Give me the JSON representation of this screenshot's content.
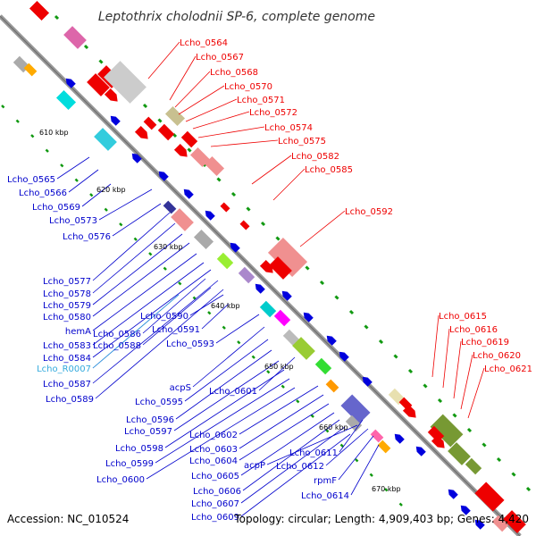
{
  "title": "Leptothrix cholodnii SP-6, complete genome",
  "footer": {
    "accession": "Accession: NC_010524",
    "topology": "Topology: circular; Length: 4,909,403 bp; Genes: 4,420"
  },
  "colors": {
    "forward_labels": "#ee0000",
    "reverse_labels": "#0000cc",
    "rna_label": "#33aadd",
    "backbone": "#888888",
    "tick": "#119911"
  },
  "ticks": [
    "610 kbp",
    "620 kbp",
    "630 kbp",
    "640 kbp",
    "650 kbp",
    "660 kbp",
    "670 kbp"
  ],
  "forward_labels": [
    "Lcho_0564",
    "Lcho_0567",
    "Lcho_0568",
    "Lcho_0570",
    "Lcho_0571",
    "Lcho_0572",
    "Lcho_0574",
    "Lcho_0575",
    "Lcho_0582",
    "Lcho_0585",
    "Lcho_0592",
    "Lcho_0615",
    "Lcho_0616",
    "Lcho_0619",
    "Lcho_0620",
    "Lcho_0621"
  ],
  "reverse_labels": [
    "Lcho_0565",
    "Lcho_0566",
    "Lcho_0569",
    "Lcho_0573",
    "Lcho_0576",
    "Lcho_0577",
    "Lcho_0578",
    "Lcho_0579",
    "Lcho_0580",
    "hemA",
    "Lcho_0583",
    "Lcho_0584",
    "Lcho_R0007",
    "Lcho_0587",
    "Lcho_0589",
    "Lcho_0586",
    "Lcho_0588",
    "Lcho_0590",
    "Lcho_0591",
    "Lcho_0593",
    "acpS",
    "Lcho_0595",
    "Lcho_0601",
    "Lcho_0596",
    "Lcho_0597",
    "Lcho_0598",
    "Lcho_0599",
    "Lcho_0600",
    "Lcho_0602",
    "Lcho_0603",
    "Lcho_0604",
    "Lcho_0605",
    "Lcho_0606",
    "Lcho_0607",
    "Lcho_0609",
    "acpP",
    "Lcho_0611",
    "Lcho_0612",
    "rpmF",
    "Lcho_0614"
  ]
}
